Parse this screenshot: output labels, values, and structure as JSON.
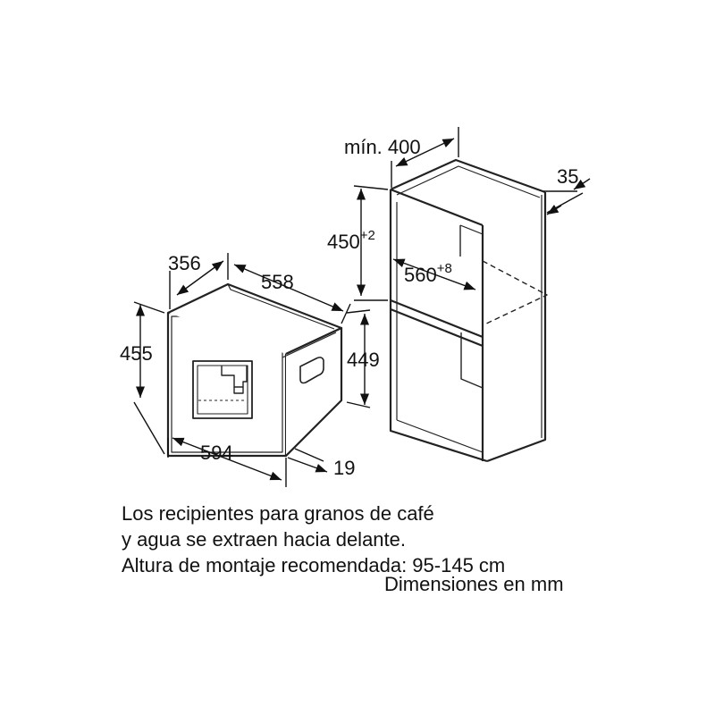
{
  "dimensions": {
    "appliance_depth": "356",
    "appliance_width_top": "558",
    "appliance_height": "455",
    "appliance_body_height": "449",
    "appliance_front_width": "594",
    "appliance_front_thickness": "19",
    "niche_min_depth": "mín. 400",
    "niche_height": "450",
    "niche_height_tolerance": "+2",
    "niche_width": "560",
    "niche_width_tolerance": "+8",
    "niche_rear_gap": "35"
  },
  "notes": {
    "line1": "Los recipientes para granos de café",
    "line2": "y agua se extraen hacia delante.",
    "line3": "Altura de montaje recomendada: 95-145 cm"
  },
  "units_label": "Dimensiones en mm"
}
